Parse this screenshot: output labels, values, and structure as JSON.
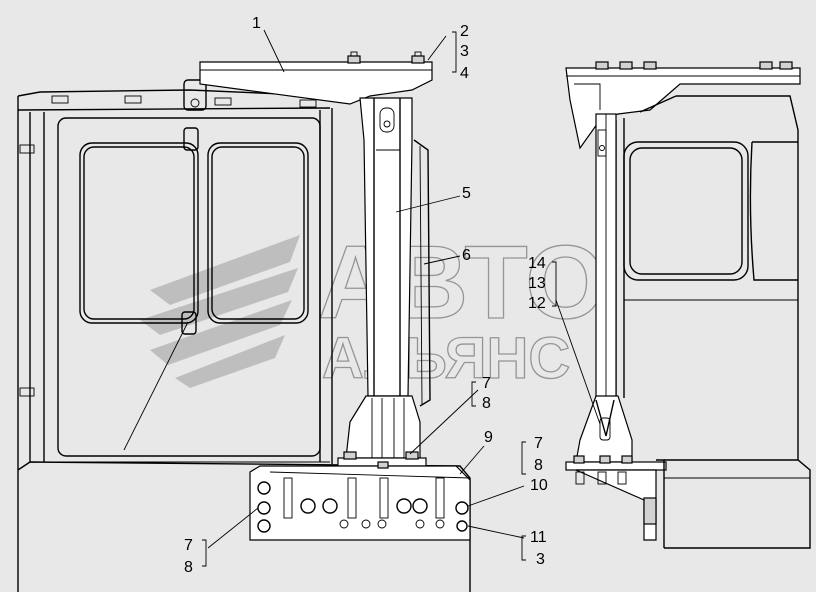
{
  "watermark": {
    "line1": "АВТО",
    "line2": "АЛЬЯНС"
  },
  "callouts": {
    "c1": "1",
    "c2": "2",
    "c3": "3",
    "c4": "4",
    "c5": "5",
    "c6": "6",
    "c7a": "7",
    "c8a": "8",
    "c9": "9",
    "c7b": "7",
    "c8b": "8",
    "c10": "10",
    "c7c": "7",
    "c8c": "8",
    "c11": "11",
    "c3b": "3",
    "c14": "14",
    "c13": "13",
    "c12": "12"
  },
  "colors": {
    "background": "#e8e8e8",
    "line": "#000000",
    "watermark": "#7a7a7a"
  }
}
